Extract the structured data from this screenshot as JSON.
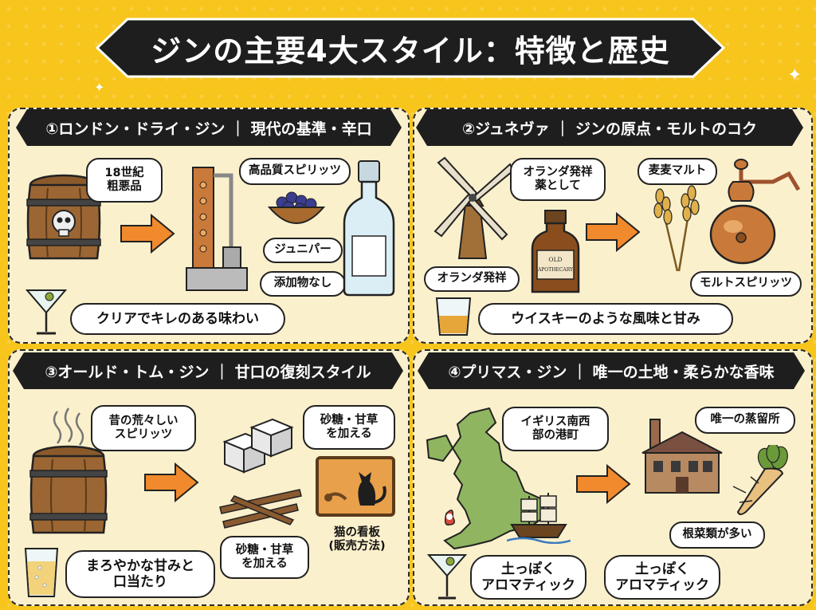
{
  "title": "ジンの主要4大スタイル：特徴と歴史",
  "panels": {
    "london": {
      "header": "①ロンドン・ドライ・ジン ｜ 現代の基準・辛口",
      "barrel_label": "18世紀\n粗悪品",
      "spirit_label": "高品質スピリッツ",
      "juniper_label": "ジュニパー",
      "no_additive_label": "添加物なし",
      "taste_label": "クリアでキレのある味わい"
    },
    "genever": {
      "header": "②ジュネヴァ ｜ ジンの原点・モルトのコク",
      "medicine_label": "オランダ発祥\n薬として",
      "windmill_label": "オランダ発祥",
      "bottle_text": "OLD\nAPOTHECARY",
      "malt_label": "麦麦マルト",
      "malt_spirit_label": "モルトスピリッツ",
      "taste_label": "ウイスキーのような風味と甘み"
    },
    "oldtom": {
      "header": "③オールド・トム・ジン ｜ 甘口の復刻スタイル",
      "barrel_label": "昔の荒々しい\nスピリッツ",
      "sugar_label_top": "砂糖・甘草\nを加える",
      "sugar_label_bottom": "砂糖・甘草\nを加える",
      "cat_label": "猫の看板\n(販売方法)",
      "taste_label": "まろやかな甘みと\n口当たり"
    },
    "plymouth": {
      "header": "④プリマス・ジン ｜ 唯一の土地・柔らかな香味",
      "port_label": "イギリス南西\n部の港町",
      "distillery_label": "唯一の蒸留所",
      "roots_label": "根菜類が多い",
      "taste_label_left": "土っぽく\nアロマティック",
      "taste_label_right": "土っぽく\nアロマティック"
    }
  },
  "colors": {
    "background": "#f7c51c",
    "banner": "#1e1e1e",
    "arrow": "#f08a2c",
    "panel": "#fbf0cc"
  }
}
